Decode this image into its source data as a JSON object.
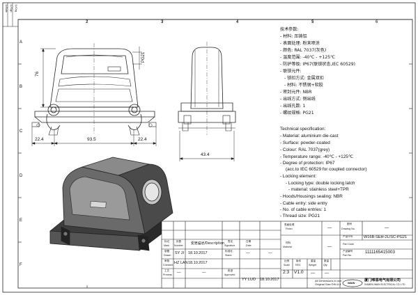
{
  "frame": {
    "column_numbers": [
      "2",
      "3",
      "4",
      "5",
      "6"
    ],
    "row_letters": [
      "A",
      "B",
      "C",
      "D",
      "E",
      "F"
    ],
    "side_strip": [
      "Ⓐ/Date",
      "Ⓐ/Sign",
      "Ⓐ/Chg"
    ]
  },
  "dimensions": {
    "height": "76",
    "thread": "PG21",
    "left_offset": "22.4",
    "width": "93.5",
    "right_offset": "22.4",
    "side_width": "43.4"
  },
  "specs_cn": [
    "技术参数:",
    "- 材料: 压铸铝",
    "- 表面处理: 粉末喷涂",
    "- 颜色: RAL 7037(灰色)",
    "- 温度范围: -40℃ - +125℃",
    "- 防护等级: IP67(联锁状态,IEC 60529)",
    "- 联锁元件:",
    "  - 锁扣方式: 金属双扣",
    "  - 材料: 不锈钢+软胶",
    "- 密封元件: NBR",
    "- 出线方式: 侧出线",
    "- 出线孔数: 1",
    "- 螺纹规格: PG21"
  ],
  "specs_en": [
    "Technical specification:",
    "- Material: aluminium die-cast",
    "- Surface: powder-coated",
    "- Colour: RAL 7037(grey)",
    "- Temperature range: -40℃ - +125℃",
    "- Degree of protection: IP67",
    "  (acc.to IEC 60529 for coupled connector)",
    "- Locking element:",
    "   - Locking type: double locking latch",
    "   - material: stainless steel+TPR",
    "- Hoods/Housings sealing: NBR",
    "- Cable entry: side entry",
    "- No. of cable entries: 1",
    "- Thread size: PG21"
  ],
  "title_block": {
    "surface_finish_cn": "表面处理",
    "surface_finish_en": "Finish",
    "surface_finish_value": "—",
    "drawing_no_cn": "图号",
    "drawing_no_en": "Drawing No.",
    "drawing_no_value": "—",
    "part_code_cn": "产品代号",
    "part_code_en": "Part Code",
    "part_code_value": "W16B-SEH-2L/SC-PG21",
    "part_no_cn": "产品编号",
    "part_no_en": "Part No.",
    "part_no_value": "1111165415003",
    "material_cn": "材料",
    "material_en": "Material",
    "material_value": "—",
    "scale_cn": "比例",
    "scale_en": "Scale",
    "scale_value": "2:3",
    "rev_cn": "版本",
    "rev_en": "REV.",
    "rev_value": "V1.0",
    "weight_cn": "重量",
    "weight_en": "Weight",
    "weight_value": "—",
    "qty_cn": "数量",
    "qty_en": "Qty.",
    "qty_value": "—",
    "dims_note": "All Dimensions in mm",
    "size_note": "Original Size DIN A 4",
    "company_cn": "厦门唯恩电气有限公司",
    "company_en": "XIAMEN WAIN ELECTRICAL CO.,LTD",
    "logo_text": "WAIN",
    "revision_headers": {
      "mark_cn": "标记",
      "mark_en": "Mark",
      "count_cn": "处数",
      "count_en": "Number",
      "desc_cn": "变更描述",
      "desc_en": "Description",
      "sign_cn": "签名",
      "sign_en": "Signature",
      "date_cn": "日期",
      "date_en": "Date"
    },
    "drawn": {
      "cn": "制图",
      "en": "Drawn",
      "name": "SY JI",
      "date": "18.10.2017"
    },
    "checked": {
      "cn": "审核",
      "en": "Checked",
      "name": "HZ LAN",
      "date": "18.10.2017"
    },
    "process": {
      "cn": "工艺",
      "en": "Process",
      "name": "—",
      "date": "—"
    },
    "standard": {
      "cn": "标准化",
      "en": "Stand.",
      "name": "—",
      "date": "—"
    },
    "approved": {
      "cn": "批准",
      "en": "Approved",
      "name": "YY LUO",
      "date": "18.10.2017"
    }
  },
  "colors": {
    "line": "#222222",
    "paper": "#ffffff",
    "shade_dark": "#3d3d3d",
    "shade_mid": "#7a7a7a",
    "shade_light": "#c4c4c4"
  }
}
